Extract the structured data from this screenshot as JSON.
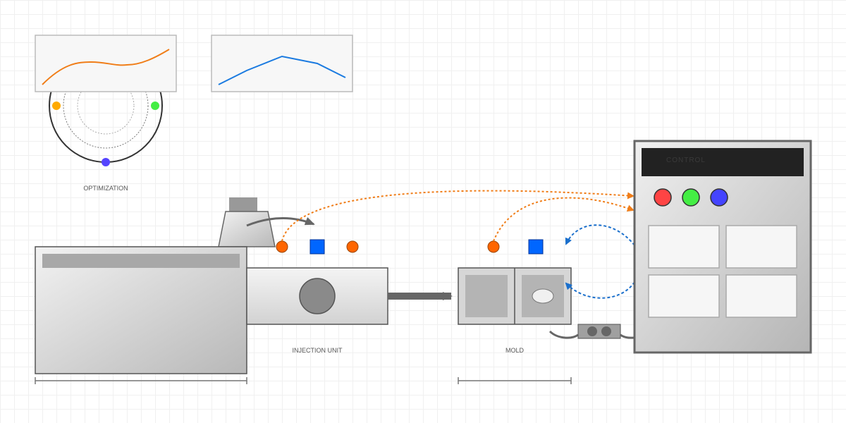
{
  "labels": {
    "optimization": "OPTIMIZATION",
    "injection_unit": "INJECTION UNIT",
    "mold": "MOLD",
    "control": "CONTROL"
  },
  "colors": {
    "orange": "#ff6600",
    "orange_line": "#f07d18",
    "blue_sensor": "#0066ff",
    "blue_line": "#1a6fcc",
    "led_red": "#ff4444",
    "led_green": "#44ee44",
    "led_blue": "#4444ff",
    "amber_dot": "#ffaa00",
    "green_dot": "#44ee44",
    "violet_dot": "#5544ff"
  },
  "monitor_charts": {
    "left": {
      "line_color": "#f07d18",
      "shape": "s-curve"
    },
    "right": {
      "line_color": "#1a7ae0",
      "shape": "peak"
    }
  },
  "control_panel": {
    "leds": [
      "red",
      "green",
      "blue"
    ],
    "displays": 4
  }
}
